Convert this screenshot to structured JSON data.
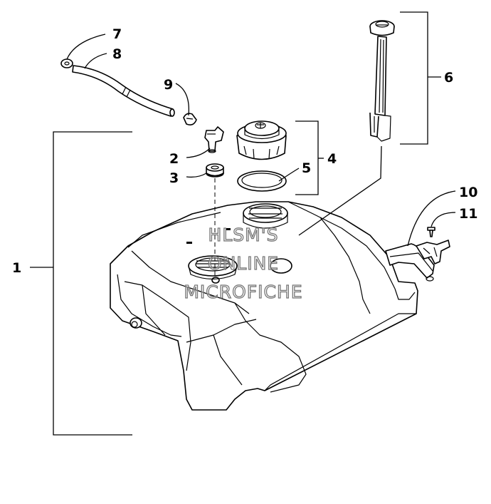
{
  "callouts": {
    "c1": "1",
    "c2": "2",
    "c3": "3",
    "c4": "4",
    "c5": "5",
    "c6": "6",
    "c7": "7",
    "c8": "8",
    "c9": "9",
    "c10": "10",
    "c11": "11"
  },
  "watermark": {
    "line1": "HLSM'S",
    "line2": "ONLINE",
    "line3": "MICROFICHE"
  }
}
